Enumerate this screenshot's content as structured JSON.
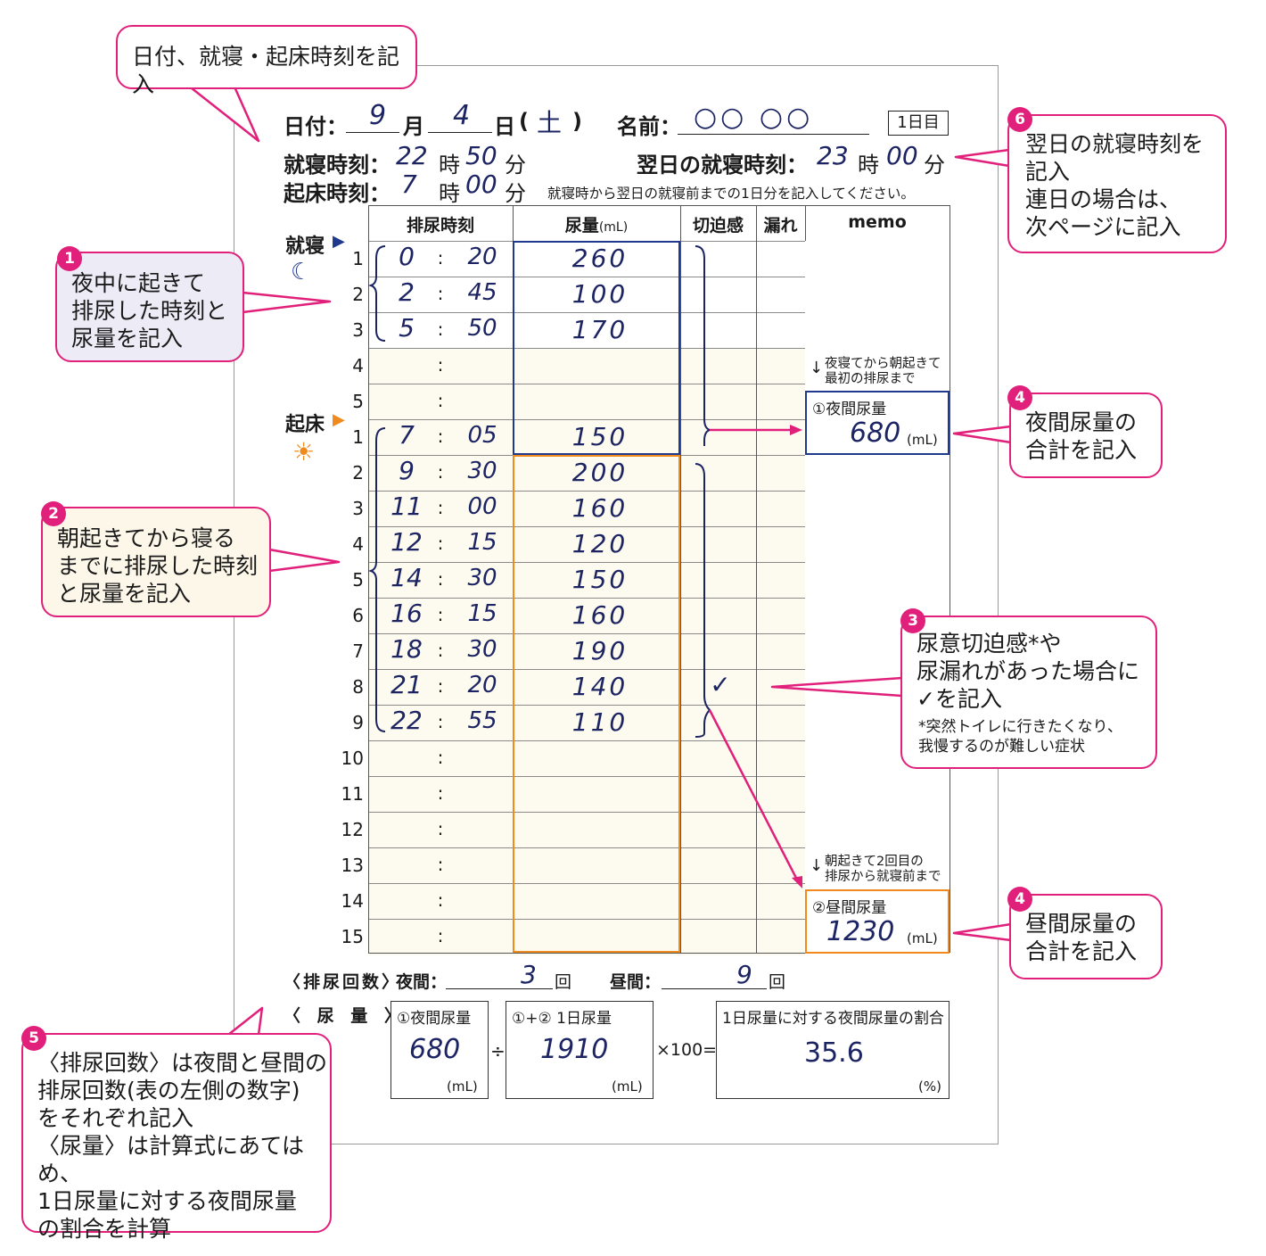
{
  "header": {
    "date_label": "日付：",
    "month": "9",
    "month_label": "月",
    "day": "4",
    "day_label": "日",
    "weekday": "土",
    "weekday_open": "(",
    "weekday_close": ")",
    "name_label": "名前：",
    "name_value": "○○ ○○",
    "day_badge": "1日目",
    "sleep_label": "就寝時刻：",
    "sleep_hour": "22",
    "sleep_min": "50",
    "wake_label": "起床時刻：",
    "wake_hour": "7",
    "wake_min": "00",
    "next_sleep_label": "翌日の就寝時刻：",
    "next_sleep_hour": "23",
    "next_sleep_min": "00",
    "hour_unit": "時",
    "min_unit": "分",
    "instruction": "就寝時から翌日の就寝前までの1日分を記入してください。"
  },
  "table": {
    "col_time": "排尿時刻",
    "col_volume": "尿量",
    "col_volume_unit": "(mL)",
    "col_urgency": "切迫感",
    "col_leak": "漏れ",
    "col_memo": "memo",
    "sleep_marker": "就寝",
    "wake_marker": "起床",
    "colon": ":",
    "night_rows": [
      {
        "no": "1",
        "h": "0",
        "m": "20",
        "vol": "260"
      },
      {
        "no": "2",
        "h": "2",
        "m": "45",
        "vol": "100"
      },
      {
        "no": "3",
        "h": "5",
        "m": "50",
        "vol": "170"
      },
      {
        "no": "4",
        "h": "",
        "m": "",
        "vol": ""
      },
      {
        "no": "5",
        "h": "",
        "m": "",
        "vol": ""
      }
    ],
    "day_rows": [
      {
        "no": "1",
        "h": "7",
        "m": "05",
        "vol": "150",
        "urg": ""
      },
      {
        "no": "2",
        "h": "9",
        "m": "30",
        "vol": "200",
        "urg": ""
      },
      {
        "no": "3",
        "h": "11",
        "m": "00",
        "vol": "160",
        "urg": ""
      },
      {
        "no": "4",
        "h": "12",
        "m": "15",
        "vol": "120",
        "urg": ""
      },
      {
        "no": "5",
        "h": "14",
        "m": "30",
        "vol": "150",
        "urg": ""
      },
      {
        "no": "6",
        "h": "16",
        "m": "15",
        "vol": "160",
        "urg": ""
      },
      {
        "no": "7",
        "h": "18",
        "m": "30",
        "vol": "190",
        "urg": ""
      },
      {
        "no": "8",
        "h": "21",
        "m": "20",
        "vol": "140",
        "urg": "✓"
      },
      {
        "no": "9",
        "h": "22",
        "m": "55",
        "vol": "110",
        "urg": ""
      },
      {
        "no": "10",
        "h": "",
        "m": "",
        "vol": "",
        "urg": ""
      },
      {
        "no": "11",
        "h": "",
        "m": "",
        "vol": "",
        "urg": ""
      },
      {
        "no": "12",
        "h": "",
        "m": "",
        "vol": "",
        "urg": ""
      },
      {
        "no": "13",
        "h": "",
        "m": "",
        "vol": "",
        "urg": ""
      },
      {
        "no": "14",
        "h": "",
        "m": "",
        "vol": "",
        "urg": ""
      },
      {
        "no": "15",
        "h": "",
        "m": "",
        "vol": "",
        "urg": ""
      }
    ],
    "night_note": "夜寝てから朝起きて\n最初の排尿まで",
    "night_box_label": "①夜間尿量",
    "night_total": "680",
    "day_note": "朝起きて2回目の\n排尿から就寝前まで",
    "day_box_label": "②昼間尿量",
    "day_total": "1230",
    "ml_unit": "(mL)"
  },
  "counts": {
    "label": "〈排尿回数〉",
    "night_label": "夜間：",
    "night_count": "3",
    "day_label": "昼間：",
    "day_count": "9",
    "unit": "回"
  },
  "volume_calc": {
    "label": "〈 尿 量 〉",
    "box1_label": "①夜間尿量",
    "box1_value": "680",
    "divide": "÷",
    "box2_label": "①+② 1日尿量",
    "box2_value": "1910",
    "times": "×100=",
    "box3_label": "1日尿量に対する夜間尿量の割合",
    "box3_value": "35.6",
    "ml_unit": "(mL)",
    "pct_unit": "(%)"
  },
  "callouts": {
    "top": "日付、就寝・起床時刻を記入",
    "c1_badge": "1",
    "c1": [
      "夜中に起きて",
      "排尿した時刻と",
      "尿量を記入"
    ],
    "c2_badge": "2",
    "c2": [
      "朝起きてから寝る",
      "までに排尿した時刻",
      "と尿量を記入"
    ],
    "c3_badge": "3",
    "c3": [
      "尿意切迫感*や",
      "尿漏れがあった場合に",
      "✓を記入"
    ],
    "c3_note": [
      "*突然トイレに行きたくなり、",
      "我慢するのが難しい症状"
    ],
    "c4a_badge": "4",
    "c4a": [
      "夜間尿量の",
      "合計を記入"
    ],
    "c4b_badge": "4",
    "c4b": [
      "昼間尿量の",
      "合計を記入"
    ],
    "c5_badge": "5",
    "c5": [
      "〈排尿回数〉は夜間と昼間の",
      "排尿回数(表の左側の数字)",
      "をそれぞれ記入",
      "〈尿量〉は計算式にあてはめ、",
      "1日尿量に対する夜間尿量",
      "の割合を計算"
    ],
    "c6_badge": "6",
    "c6": [
      "翌日の就寝時刻を",
      "記入",
      "連日の場合は、",
      "次ページに記入"
    ]
  },
  "colors": {
    "accent": "#e0207a",
    "night_frame": "#1f3a8c",
    "day_frame": "#f08a1c",
    "row_tint": "#fdfbef"
  }
}
